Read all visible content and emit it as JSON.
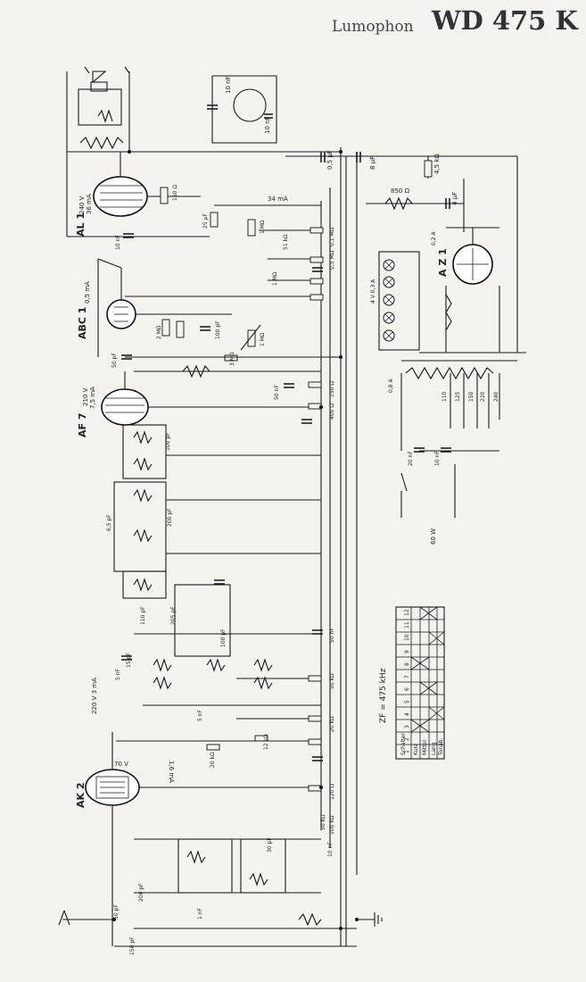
{
  "header": {
    "manufacturer": "Lumophon",
    "model": "WD 475 K"
  },
  "tubes": [
    {
      "id": "AL1",
      "label": "AL 1"
    },
    {
      "id": "ABC1",
      "label": "ABC 1"
    },
    {
      "id": "AF7",
      "label": "AF 7"
    },
    {
      "id": "AK2",
      "label": "AK 2"
    },
    {
      "id": "AZ1",
      "label": "A Z 1"
    }
  ],
  "annotations": {
    "al1_supply": "240 V",
    "al1_current": "36 mA",
    "abc1_current": "0,5 mA",
    "af7_voltage": "210 V",
    "af7_current": "7,5 mA",
    "ak2_voltage": "70 V",
    "ak2_supply": "220 V 3 mA",
    "ak2_current": "1,6 mA",
    "line_current": "34 mA",
    "if_freq": "ZF = 475 kHz",
    "fuse_main": "0,8 A",
    "fuse_lamps": "4 V 0,3 A",
    "ac_label": "60 W",
    "rect_current": "0,2 A"
  },
  "components": {
    "c_spk": "10 nF",
    "c_fb": "10 nF",
    "c_el1": "0,5 µF",
    "c_el2": "8 µF",
    "r_fb": "4,5 kΩ",
    "c_el3": "4 µF",
    "r_choke": "850 Ω",
    "r_bias": "150 Ω",
    "c_bias": "25 µF",
    "r_1m": "1 MΩ",
    "c_10nf": "10 nF",
    "r_51k": "51 kΩ",
    "r_01m": "0,1 MΩ",
    "r_05m": "0,5 MΩ",
    "r_1m2": "1 MΩ",
    "r_2m": "2 MΩ",
    "c_100pf": "100 pF",
    "r_vol": "1 MΩ",
    "r_3m": "3 MΩ",
    "c_50pf": "50 pF",
    "c_50nf": "50 nF",
    "r_150": "150 Ω",
    "r_400": "400 Ω",
    "c_100pf2": "100 pF",
    "c_65pf": "6,5 pF",
    "c_200pf": "200 pF",
    "c_20nf": "20 nF",
    "c_10nf2": "10 nF",
    "r_110": "110",
    "r_125": "125",
    "r_150v": "150",
    "r_220": "220",
    "r_240": "240",
    "c_110pf": "110 pF",
    "c_205pf": "205 pF",
    "c_15pf": "15 pF",
    "c_5nf": "5 nF",
    "c_100pf3": "100 pF",
    "c_5nf2": "5 nF",
    "r_50k": "50 kΩ",
    "c_50nf2": "50 nF",
    "r_20k": "20 kΩ",
    "r_12k": "12 kΩ",
    "r_120": "120 Ω",
    "c_30pf": "30 pF",
    "c_200pf2": "200 pF",
    "c_1nf": "1 nF",
    "c_150pf": "150 pF",
    "c_50pf2": "50 pF",
    "c_10nf3": "10 nF",
    "r_100k": "100 kΩ",
    "r_50k2": "50 kΩ",
    "r_20k2": "20 kΩ"
  },
  "switch_table": {
    "col_headers": [
      "1",
      "2",
      "3",
      "4",
      "5",
      "6",
      "7",
      "8",
      "9",
      "10",
      "11",
      "12"
    ],
    "row_headers": [
      "Schalter",
      "Kurz",
      "Mittel",
      "Lang",
      "Tonab."
    ]
  }
}
